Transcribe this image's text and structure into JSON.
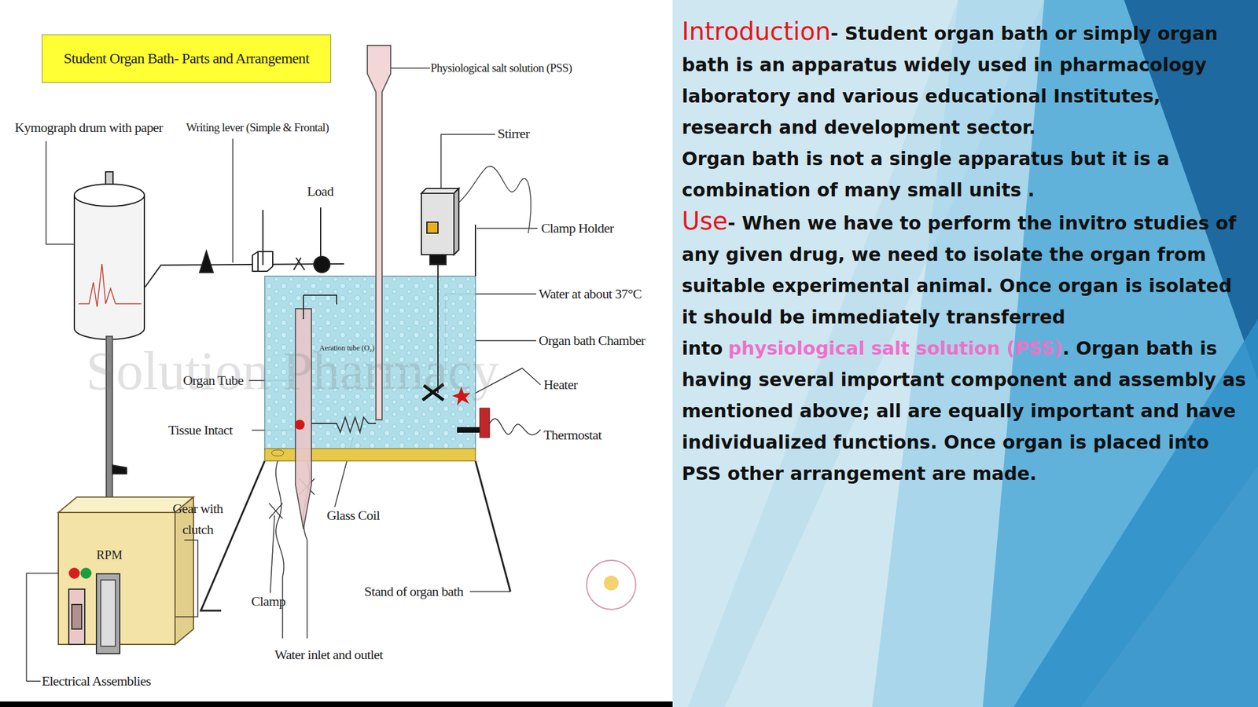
{
  "diagram": {
    "title": "Student Organ Bath- Parts and Arrangement",
    "nodes": [
      {
        "text": [
          "RPM"
        ]
      }
    ],
    "labels": [
      "Kymograph drum with paper",
      "Writing lever (Simple & Frontal)",
      "Load",
      "Physiological salt solution (PSS)",
      "Stirrer",
      "Clamp Holder",
      "Water at about 37°C",
      "Organ bath Chamber",
      "Heater",
      "Thermostat",
      "Aeration tube (O₂)",
      "Organ Tube",
      "Tissue Intact",
      "Gear with clutch",
      "Glass Coil",
      "Clamp",
      "Stand of organ bath",
      "Water inlet and outlet",
      "Electrical Assemblies",
      "Solution Pharmacy",
      "Introduction",
      "- Student organ bath or simply organ bath is an apparatus widely used in pharmacology laboratory and various educational Institutes, research and development sector.",
      "Organ bath is not a single apparatus but it is a combination of many small units .",
      "Use",
      "- When we have to perform the invitro studies of any given drug, we need to isolate the organ from suitable experimental animal. Once organ is isolated it should be immediately transferred into",
      "physiological salt solution (PSS)",
      ". Organ bath is having several important component and assembly as mentioned above; all are equally important and have individualized functions. Once organ is placed into PSS other arrangement are made."
    ]
  }
}
